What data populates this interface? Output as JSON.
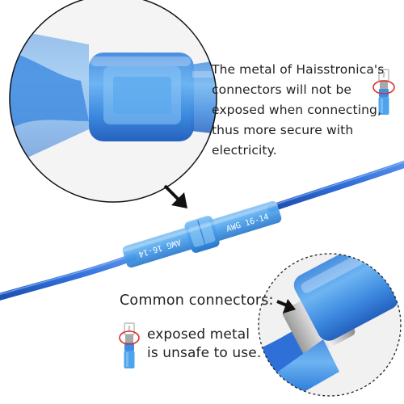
{
  "caption_top": {
    "lines": [
      "The metal of Haisstronica's",
      "connectors will not be",
      "exposed when connecting,",
      "thus more secure with",
      "electricity."
    ]
  },
  "caption_common": "Common connectors:",
  "caption_unsafe": {
    "lines": [
      "exposed metal",
      "is unsafe to use."
    ]
  },
  "sleeve_marking": "AWG 16-14",
  "colors": {
    "wire_blue": "#2f6fd8",
    "sleeve_blue": "#4da3ec",
    "highlight_red": "#d9302c",
    "text": "#222222"
  },
  "icons": [
    "arrow-icon",
    "connector-icon",
    "magnifier-circle-icon"
  ]
}
